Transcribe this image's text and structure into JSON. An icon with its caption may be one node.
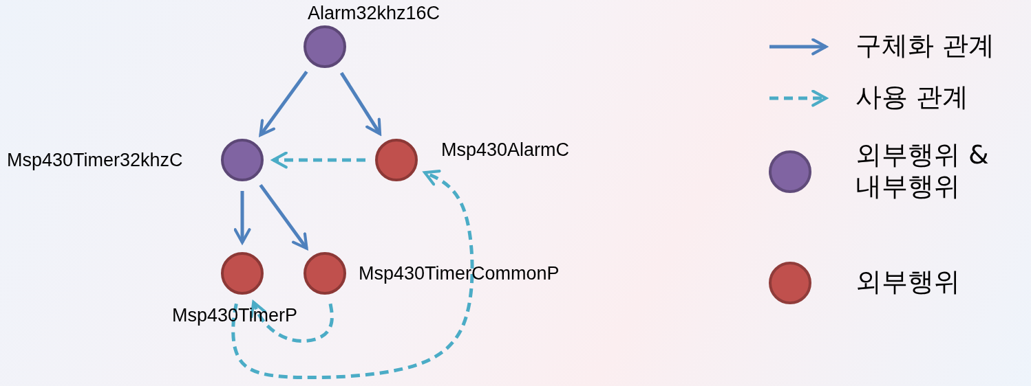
{
  "diagram": {
    "nodes": [
      {
        "text": [
          "Alarm32khz16C"
        ]
      },
      {
        "text": [
          "Msp430Timer32khzC"
        ]
      },
      {
        "text": [
          "Msp430AlarmC"
        ]
      },
      {
        "text": [
          "Msp430TimerP"
        ]
      },
      {
        "text": [
          "Msp430TimerCommonP"
        ]
      }
    ],
    "edges": [
      {
        "from": 0,
        "to": 1,
        "arrow": "to"
      },
      {
        "from": 0,
        "to": 2,
        "arrow": "to"
      },
      {
        "from": 2,
        "to": 1,
        "arrow": "to",
        "style": "dashed",
        "color": "#4bacc6"
      },
      {
        "from": 1,
        "to": 3,
        "arrow": "to"
      },
      {
        "from": 1,
        "to": 4,
        "arrow": "to"
      },
      {
        "from": 4,
        "to": 3,
        "arrow": "to",
        "style": "dashed",
        "color": "#4bacc6"
      },
      {
        "from": 3,
        "to": 2,
        "arrow": "to",
        "style": "dashed",
        "color": "#4bacc6"
      }
    ],
    "legend": [
      {
        "text": "구체화 관계"
      },
      {
        "text": "사용 관계"
      },
      {
        "text": "외부행위 & 내부행위",
        "color": "#8064a2"
      },
      {
        "text": "외부행위",
        "color": "#c0504d"
      }
    ]
  }
}
